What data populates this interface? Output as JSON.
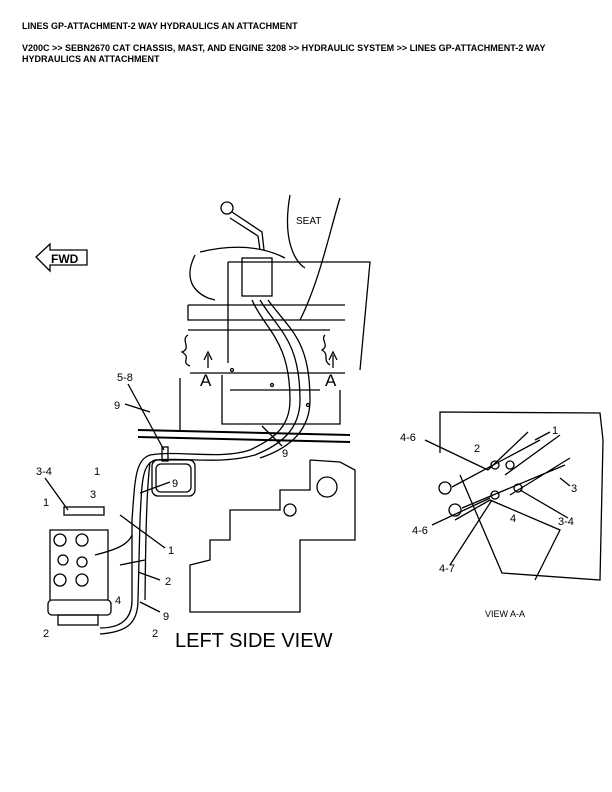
{
  "header": {
    "title": "LINES GP-ATTACHMENT-2 WAY HYDRAULICS AN ATTACHMENT",
    "breadcrumb": "V200C >> SEBN2670 CAT CHASSIS, MAST, AND ENGINE 3208 >> HYDRAULIC SYSTEM >> LINES GP-ATTACHMENT-2 WAY HYDRAULICS AN ATTACHMENT"
  },
  "diagram": {
    "fwd": "FWD",
    "seat": "SEAT",
    "section_a": "A",
    "view_title": "LEFT SIDE VIEW",
    "callouts": {
      "c58": "5-8",
      "c9": "9",
      "c34": "3-4",
      "c1": "1",
      "c3": "3",
      "c2": "2",
      "c4": "4"
    },
    "detail": {
      "title": "VIEW A-A",
      "c46": "4-6",
      "c2": "2",
      "c1": "1",
      "c3": "3",
      "c4": "4",
      "c34": "3-4",
      "c47": "4-7"
    }
  }
}
